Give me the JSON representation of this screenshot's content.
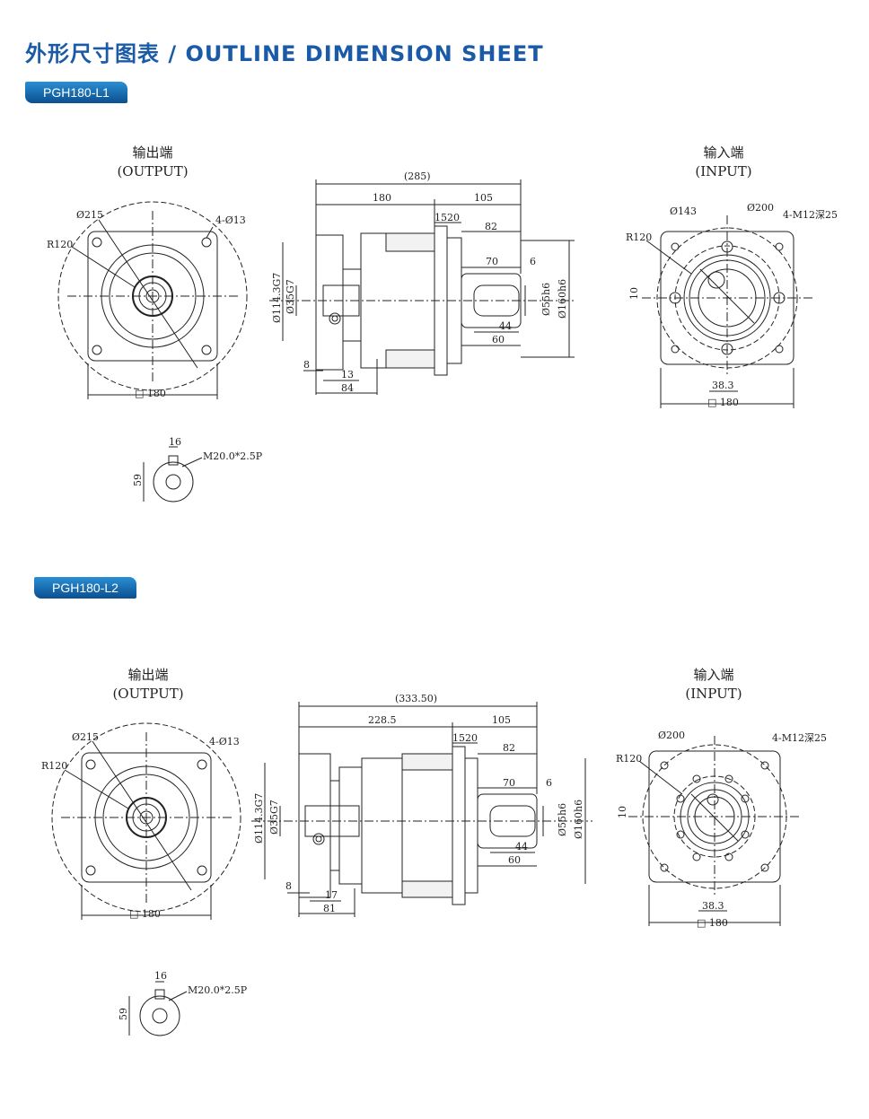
{
  "header": {
    "title": "外形尺寸图表 / OUTLINE DIMENSION SHEET"
  },
  "sections": [
    {
      "model": "PGH180-L1",
      "output_caption": "输出端",
      "output_caption_en": "(OUTPUT)",
      "input_caption": "输入端",
      "input_caption_en": "(INPUT)",
      "output_view": {
        "d215": "Ø215",
        "holes": "4-Ø13",
        "r120": "R120",
        "square": "□ 180"
      },
      "side_view": {
        "total": "(285)",
        "body": "180",
        "shaft_len": "105",
        "flange_a": "15",
        "flange_b": "20",
        "d82": "82",
        "d70": "70",
        "d6": "6",
        "d44": "44",
        "d60": "60",
        "d114": "Ø114.3G7",
        "d35": "Ø35G7",
        "d55": "Ø55h6",
        "d160": "Ø160h6",
        "d8": "8",
        "d13": "13",
        "d84": "84"
      },
      "input_view": {
        "d143": "Ø143",
        "d200": "Ø200",
        "tapped": "4-M12深25",
        "r120": "R120",
        "d10": "10",
        "d383": "38.3",
        "square": "□ 180"
      },
      "shaft_detail": {
        "d16": "16",
        "thread": "M20.0*2.5P",
        "d59": "59"
      }
    },
    {
      "model": "PGH180-L2",
      "output_caption": "输出端",
      "output_caption_en": "(OUTPUT)",
      "input_caption": "输入端",
      "input_caption_en": "(INPUT)",
      "output_view": {
        "d215": "Ø215",
        "holes": "4-Ø13",
        "r120": "R120",
        "square": "□ 180"
      },
      "side_view": {
        "total": "(333.50)",
        "body": "228.5",
        "shaft_len": "105",
        "flange_a": "15",
        "flange_b": "20",
        "d82": "82",
        "d70": "70",
        "d6": "6",
        "d44": "44",
        "d60": "60",
        "d114": "Ø114.3G7",
        "d35": "Ø35G7",
        "d55": "Ø55h6",
        "d160": "Ø160h6",
        "d8": "8",
        "d13": "17",
        "d84": "81"
      },
      "input_view": {
        "d200": "Ø200",
        "tapped": "4-M12深25",
        "r120": "R120",
        "d10": "10",
        "d383": "38.3",
        "square": "□ 180"
      },
      "shaft_detail": {
        "d16": "16",
        "thread": "M20.0*2.5P",
        "d59": "59"
      }
    }
  ]
}
